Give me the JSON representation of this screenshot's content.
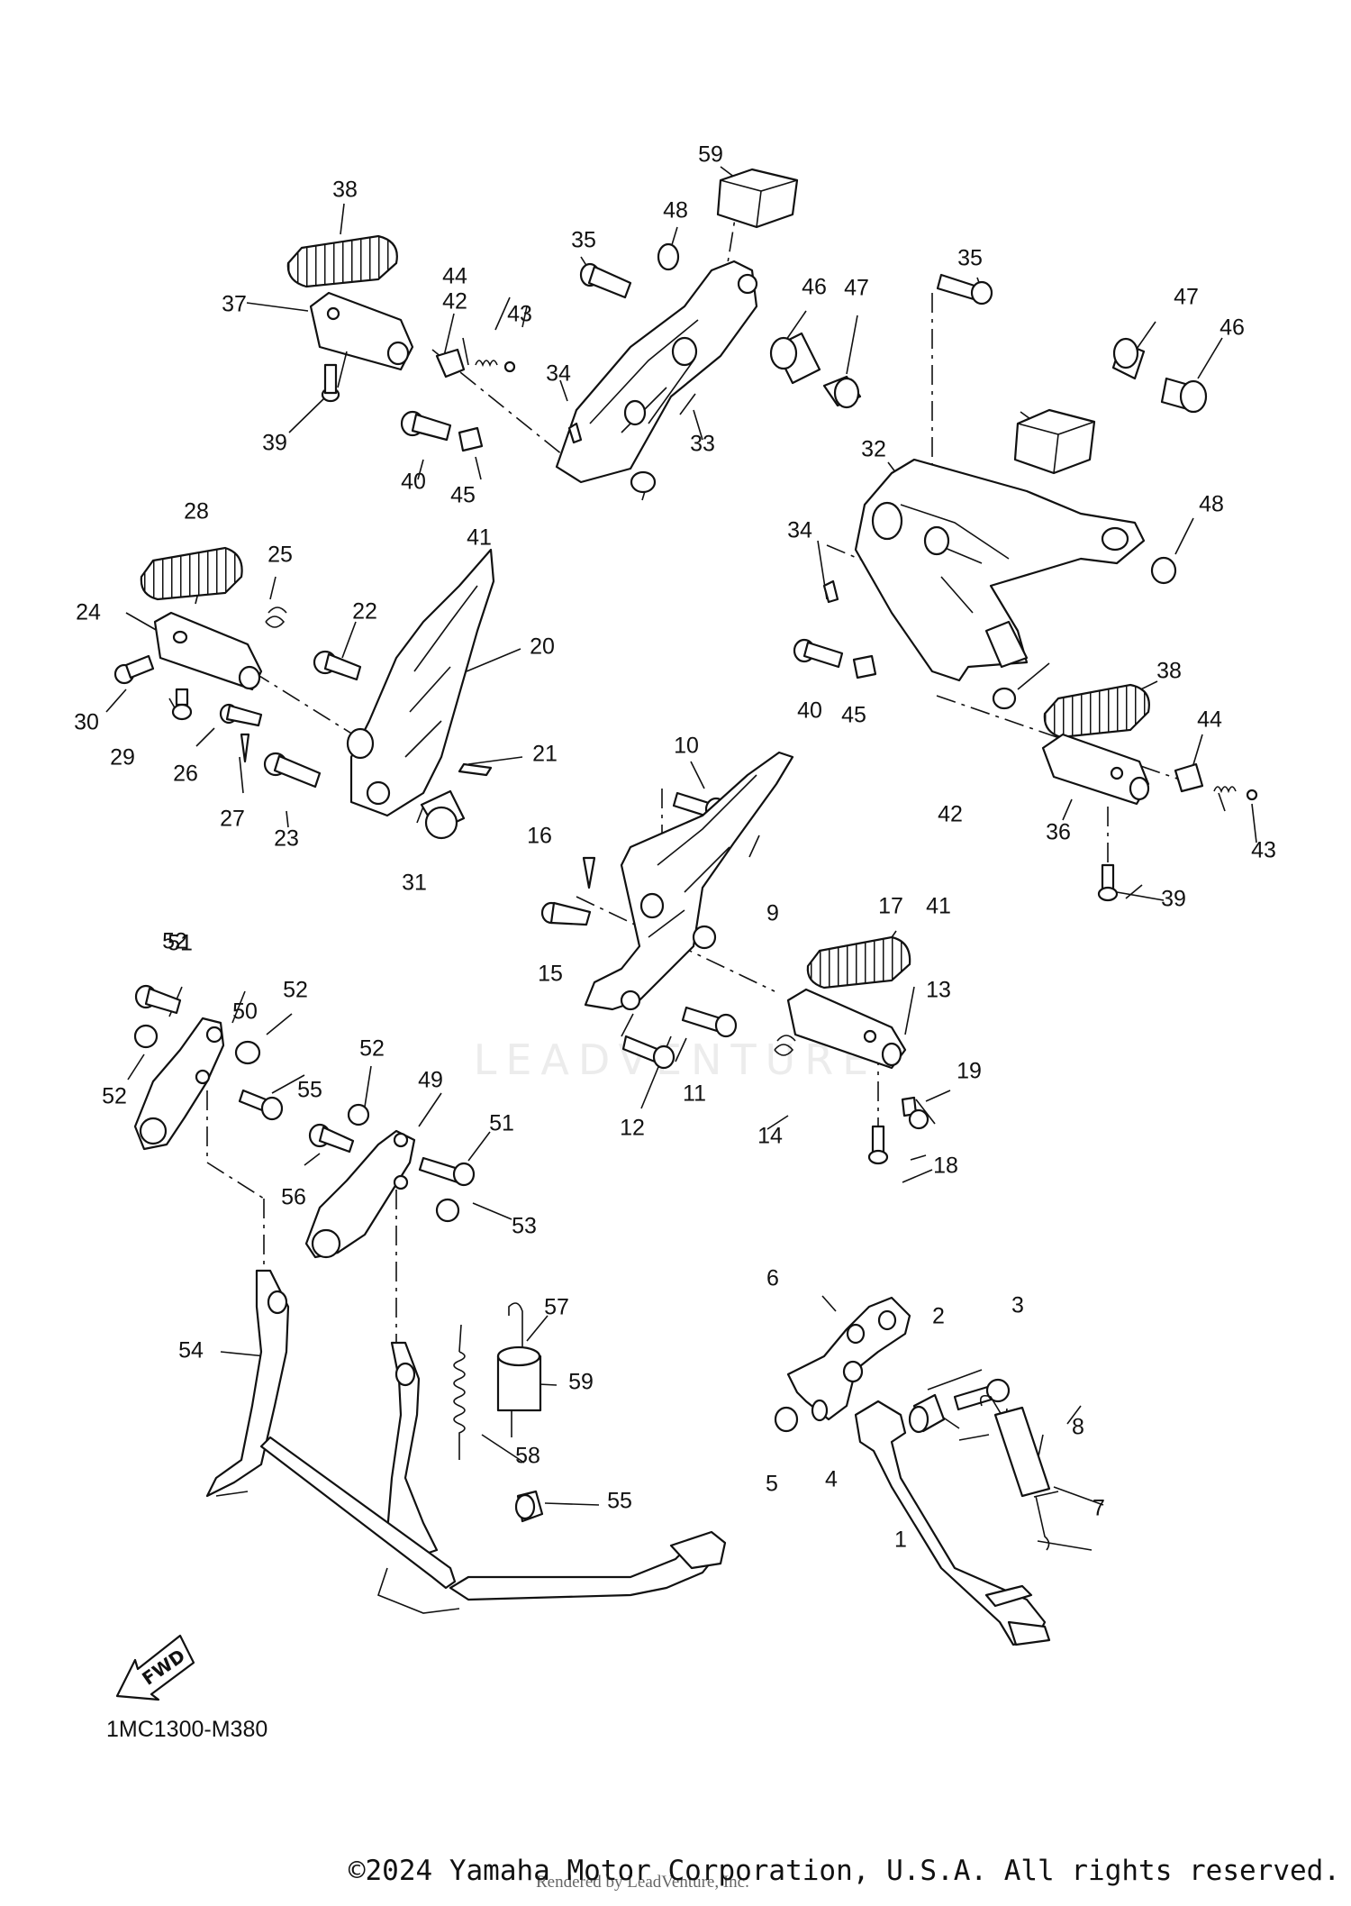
{
  "diagram": {
    "diagram_code": "1MC1300-M380",
    "fwd_label": "FWD",
    "watermark": "LEADVENTURE",
    "callouts": [
      "1",
      "2",
      "3",
      "4",
      "5",
      "6",
      "7",
      "8",
      "9",
      "10",
      "11",
      "12",
      "13",
      "14",
      "15",
      "16",
      "17",
      "18",
      "19",
      "20",
      "21",
      "22",
      "23",
      "24",
      "25",
      "26",
      "27",
      "28",
      "29",
      "30",
      "31",
      "32",
      "33",
      "34",
      "34",
      "35",
      "35",
      "36",
      "37",
      "38",
      "38",
      "39",
      "39",
      "40",
      "40",
      "41",
      "41",
      "42",
      "42",
      "43",
      "43",
      "44",
      "44",
      "45",
      "45",
      "46",
      "46",
      "47",
      "47",
      "48",
      "48",
      "49",
      "50",
      "51",
      "51",
      "52",
      "52",
      "52",
      "52",
      "53",
      "54",
      "55",
      "55",
      "56",
      "57",
      "58",
      "59",
      "59"
    ]
  },
  "footer": {
    "copyright": "©2024 Yamaha Motor Corporation, U.S.A. All rights reserved.",
    "byline": "Rendered by LeadVenture, Inc."
  }
}
